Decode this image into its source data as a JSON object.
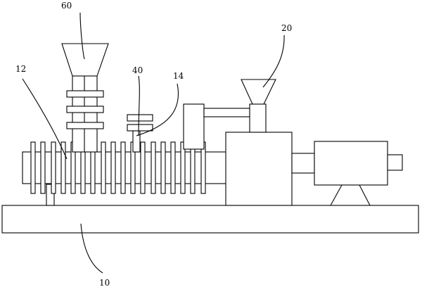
{
  "labels": {
    "base": "10",
    "barrel": "12",
    "connector": "14",
    "side_hopper": "20",
    "small_feeder": "40",
    "main_hopper": "60"
  }
}
